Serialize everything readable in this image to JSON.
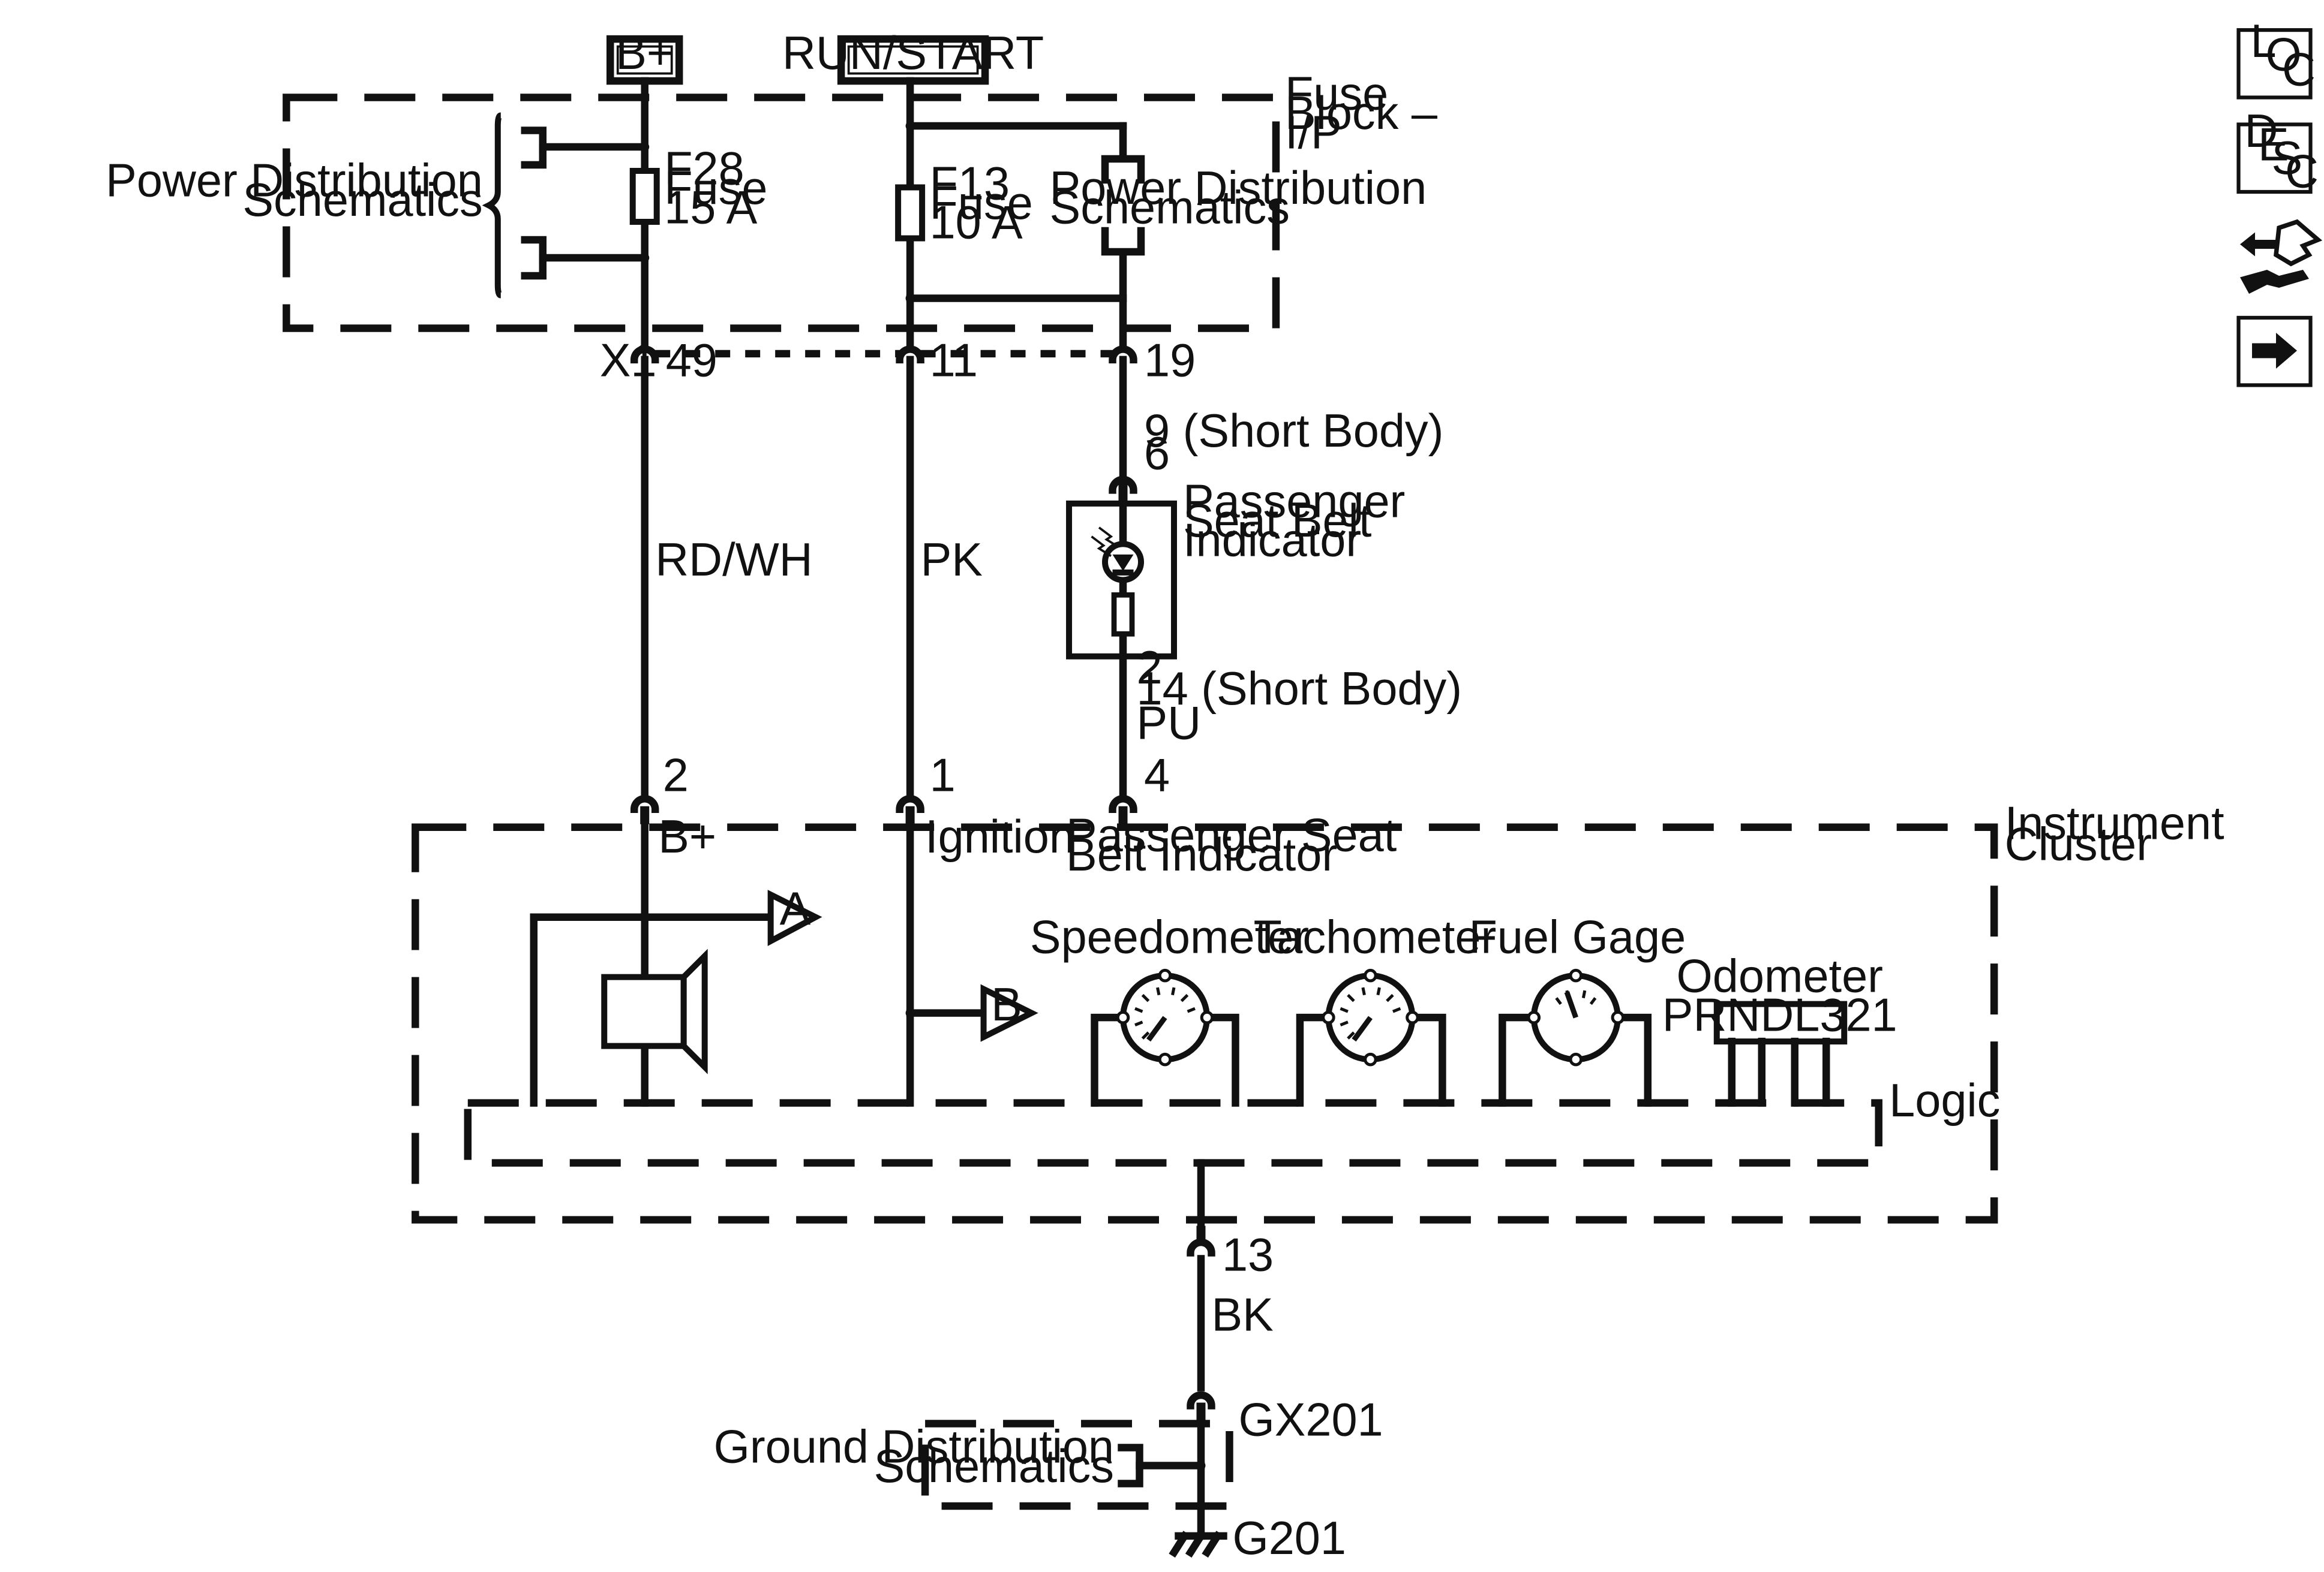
{
  "power_sources": {
    "battery": "B+",
    "ignition": "RUN/START"
  },
  "fuse_block": {
    "label_line1": "Fuse",
    "label_line2": "Block –",
    "label_line3": "I/P",
    "power_dist_left_line1": "Power Distribution",
    "power_dist_left_line2": "Schematics",
    "power_dist_right_line1": "Power Distribution",
    "power_dist_right_line2": "Schematics",
    "f28": {
      "name": "F28",
      "type": "Fuse",
      "rating": "15 A"
    },
    "f13": {
      "name": "F13",
      "type": "Fuse",
      "rating": "10 A"
    }
  },
  "connectors": {
    "x1": "X1",
    "pin_49": "49",
    "pin_11": "11",
    "pin_19": "19",
    "seatbelt_top_1": "9 (Short Body)",
    "seatbelt_top_2": "6",
    "seatbelt_bottom_1": "2",
    "seatbelt_bottom_2": "14 (Short Body)",
    "ic_pin_2": "2",
    "ic_pin_1": "1",
    "ic_pin_4": "4",
    "ground_pin": "13"
  },
  "wires": {
    "rd_wh": "RD/WH",
    "pk": "PK",
    "pu": "PU",
    "bk": "BK"
  },
  "seatbelt_indicator": {
    "line1": "Passenger",
    "line2": "Seat Belt",
    "line3": "Indicator"
  },
  "instrument_cluster": {
    "label_line1": "Instrument",
    "label_line2": "Cluster",
    "b_plus": "B+",
    "ignition": "Ignition",
    "seatbelt_line1": "Passenger Seat",
    "seatbelt_line2": "Belt Indicator",
    "ref_a": "A",
    "ref_b": "B",
    "speedometer": "Speedometer",
    "tachometer": "Tachometer",
    "fuel_gage": "Fuel Gage",
    "odometer": "Odometer",
    "prndl": "PRNDL321",
    "logic": "Logic"
  },
  "ground": {
    "gx201": "GX201",
    "dist_line1": "Ground Distribution",
    "dist_line2": "Schematics",
    "g201": "G201"
  },
  "nav": {
    "loc": {
      "l": "L",
      "o": "O",
      "c": "C"
    },
    "desc": {
      "d": "D",
      "e": "E",
      "s": "S",
      "c": "C"
    }
  }
}
